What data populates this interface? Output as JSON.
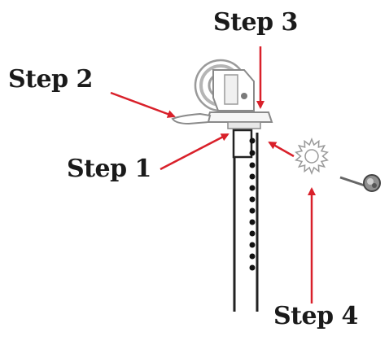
{
  "labels": {
    "step1": "Step 1",
    "step2": "Step 2",
    "step3": "Step 3",
    "step4": "Step 4"
  },
  "colors": {
    "arrow": "#d9202a",
    "pole": "#222222",
    "part_stroke": "#8a8a8a",
    "screw": "#555555"
  }
}
